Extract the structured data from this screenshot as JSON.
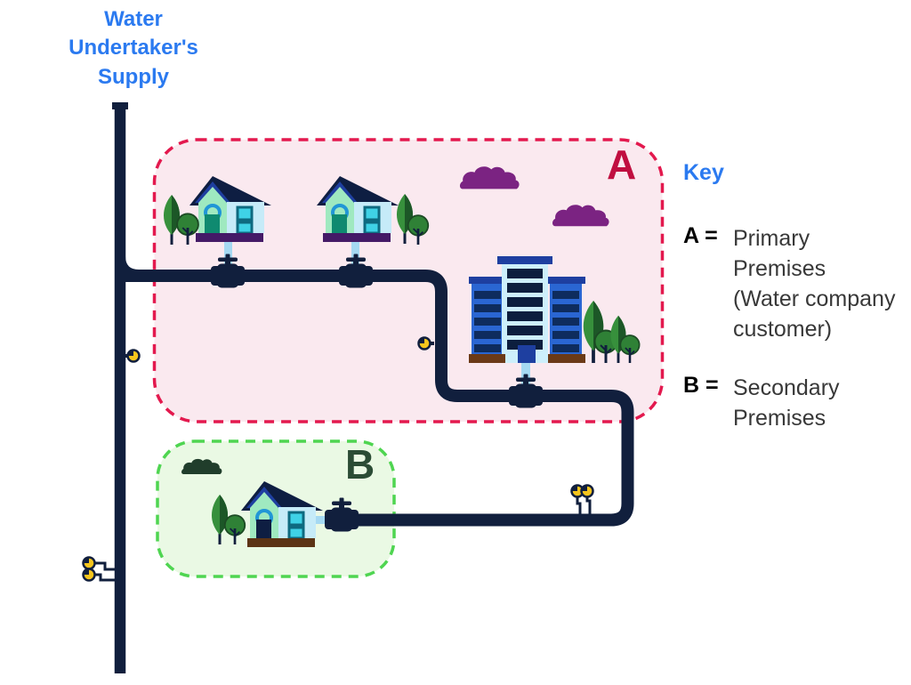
{
  "title": {
    "text": "Water\nUndertaker's\nSupply"
  },
  "zone_a": {
    "label": "A",
    "meaning": "Primary Premises"
  },
  "zone_b": {
    "label": "B",
    "meaning": "Secondary Premises"
  },
  "key": {
    "heading": "Key",
    "items": [
      {
        "term": "A =",
        "definition": "Primary\nPremises\n(Water company\ncustomer)"
      },
      {
        "term": "B =",
        "definition": "Secondary\nPremises"
      }
    ]
  },
  "colors": {
    "accent_blue": "#2b7af0",
    "pipe_navy": "#111f3d",
    "supply_pipe_blue": "#a5d9f2",
    "zone_a_fill": "#fae9ef",
    "zone_a_border": "#e3194e",
    "zone_a_label": "#c00f40",
    "zone_b_fill": "#eaf9e4",
    "zone_b_border": "#4fd551",
    "zone_b_label": "#2b4c35",
    "stop_tap_yellow": "#f6c51d",
    "cloud_purple": "#7b2382",
    "cloud_dark_green": "#203d2b"
  }
}
